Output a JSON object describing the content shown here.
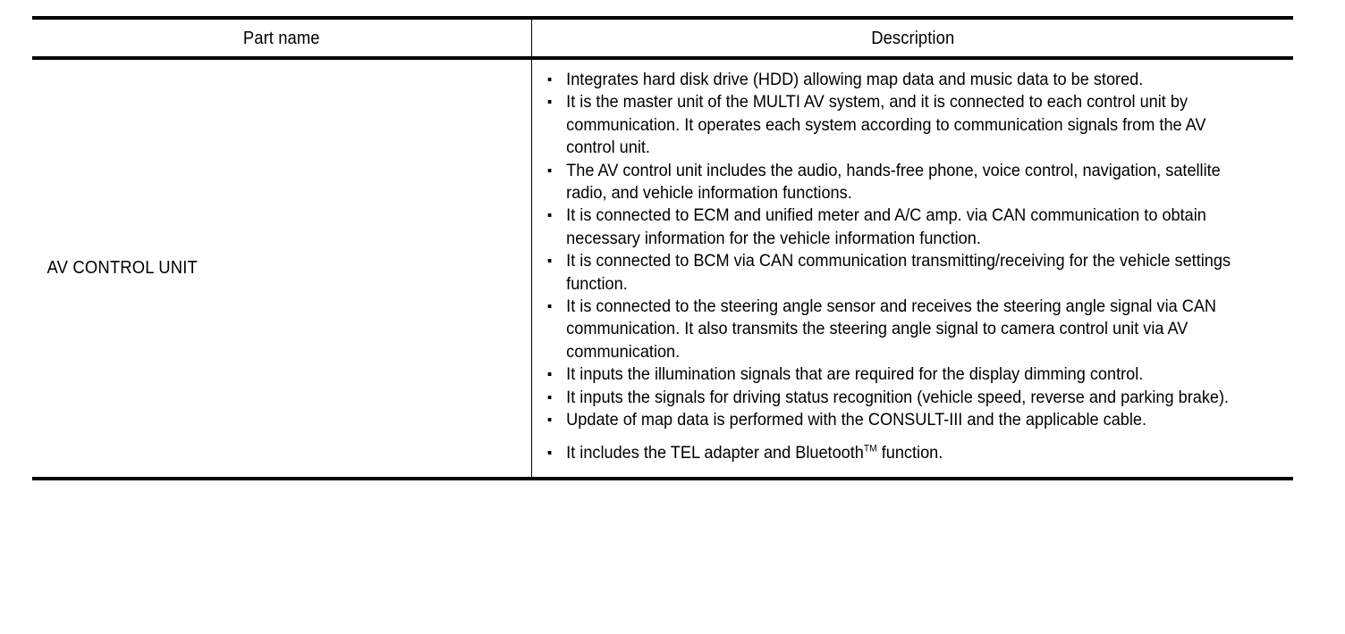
{
  "table": {
    "columns": [
      {
        "key": "part_name",
        "header": "Part name"
      },
      {
        "key": "description",
        "header": "Description"
      }
    ],
    "rows": [
      {
        "part_name": "AV CONTROL UNIT",
        "description_bullets": [
          "Integrates hard disk drive (HDD) allowing map data and music data to be stored.",
          "It is the master unit of the MULTI AV system, and it is connected to each control unit by communication. It operates each system according to communication signals from the AV control unit.",
          "The AV control unit includes the audio, hands-free phone, voice control, navigation, satellite radio, and vehicle information functions.",
          "It is connected to ECM and unified meter and A/C amp. via CAN communication to obtain necessary information for the vehicle information function.",
          "It is connected to BCM via CAN communication transmitting/receiving for the vehicle settings function.",
          "It is connected to the steering angle sensor and receives the steering angle signal via CAN communication. It also transmits the steering angle signal to camera control unit via AV communication.",
          "It inputs the illumination signals that are required for the display dimming control.",
          "It inputs the signals for driving status recognition (vehicle speed, reverse and parking brake).",
          "Update of map data is performed with the CONSULT-III and the applicable cable.",
          "It includes the TEL adapter and Bluetooth™ function."
        ],
        "description_last_bullet_prefix": "It includes the TEL adapter and Bluetooth",
        "description_last_bullet_tm": "TM",
        "description_last_bullet_suffix": " function."
      }
    ]
  },
  "style": {
    "text_color": "#000000",
    "rule_color": "#000000",
    "background": "#ffffff"
  }
}
